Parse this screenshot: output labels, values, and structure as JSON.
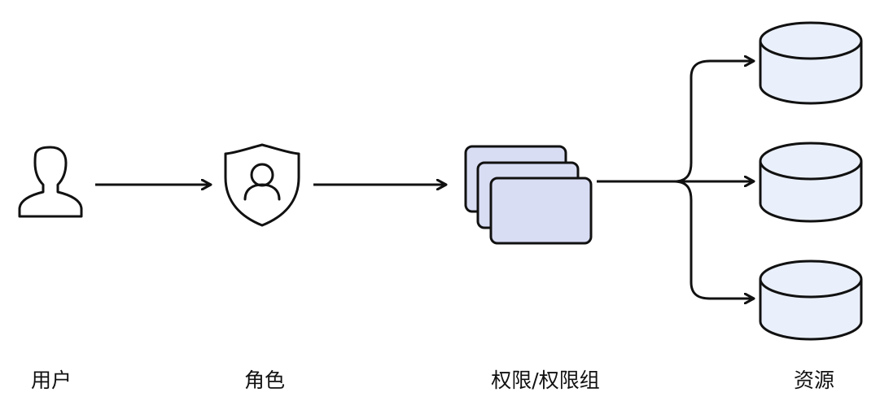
{
  "nodes": {
    "user": {
      "label": "用户",
      "icon": "user-icon"
    },
    "role": {
      "label": "角色",
      "icon": "shield-user-icon"
    },
    "permission": {
      "label": "权限/权限组",
      "icon": "stacked-cards-icon"
    },
    "resource": {
      "label": "资源",
      "icon": "database-icon",
      "count": 3
    }
  },
  "colors": {
    "stroke": "#111111",
    "card_fill": "#d9ddf4",
    "database_fill": "#eaf0fb"
  }
}
